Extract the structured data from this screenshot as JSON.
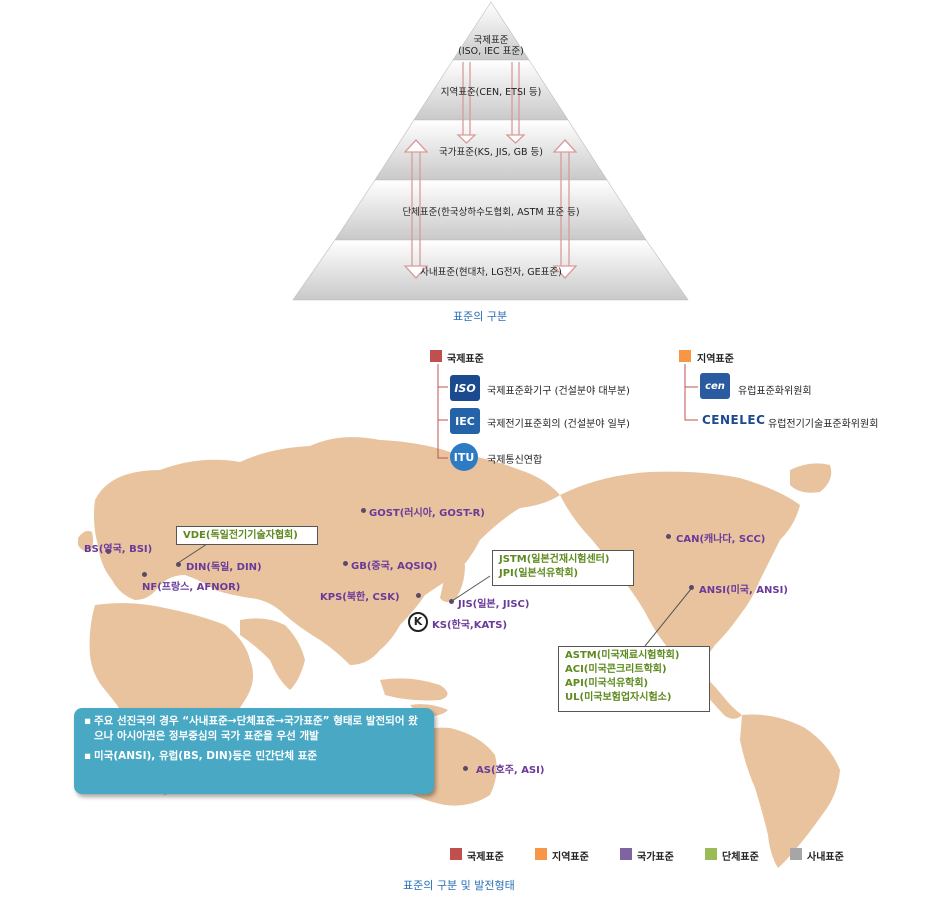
{
  "colors": {
    "international": "#c0504d",
    "regional": "#f79646",
    "national": "#8064a2",
    "association": "#9bbb59",
    "company": "#a6a6a6",
    "land": "#e8c39e",
    "caption": "#2a6fb5"
  },
  "pyramid": {
    "levels": [
      {
        "line1": "국제표준",
        "line2": "(ISO, IEC 표준)"
      },
      {
        "line1": "지역표준(CEN, ETSI 등)"
      },
      {
        "line1": "국가표준(KS, JIS, GB 등)"
      },
      {
        "line1": "단체표준(한국상하수도협회, ASTM 표준 등)"
      },
      {
        "line1": "사내표준(현대차, LG전자, GE표준)"
      }
    ],
    "caption": "표준의 구분"
  },
  "org_legend": {
    "international": {
      "title": "국제표준",
      "items": [
        {
          "logo": "ISO",
          "icon": "iso-logo-icon",
          "text": "국제표준화기구 (건설분야 대부분)"
        },
        {
          "logo": "IEC",
          "icon": "iec-logo-icon",
          "text": "국제전기표준회의 (건설분야 일부)"
        },
        {
          "logo": "ITU",
          "icon": "itu-logo-icon",
          "text": "국제통신연합"
        }
      ]
    },
    "regional": {
      "title": "지역표준",
      "items": [
        {
          "logo": "cen",
          "icon": "cen-logo-icon",
          "text": "유럽표준화위원회"
        },
        {
          "logo": "CENELEC",
          "icon": "cenelec-logo-icon",
          "text": "유럽전기기술표준화위원회"
        }
      ]
    }
  },
  "map": {
    "labels": {
      "bs": "BS(영국, BSI)",
      "din": "DIN(독일, DIN)",
      "nf": "NF(프랑스, AFNOR)",
      "gost": "GOST(러시아, GOST-R)",
      "gb": "GB(중국, AQSIQ)",
      "kps": "KPS(북한, CSK)",
      "jis": "JIS(일본, JISC)",
      "ks": "KS(한국,KATS)",
      "can": "CAN(캐나다, SCC)",
      "ansi": "ANSI(미국, ANSI)",
      "as": "AS(호주, ASI)"
    },
    "callouts": {
      "vde": [
        "VDE(독일전기기술자협회)"
      ],
      "jstm": [
        "JSTM(일본건재시험센터)",
        "JPI(일본석유학회)"
      ],
      "astm": [
        "ASTM(미국재료시험학회)",
        "ACI(미국콘크리트학회)",
        "API(미국석유학회)",
        "UL(미국보험업자시험소)"
      ]
    },
    "ks_logo": "K"
  },
  "info_box": {
    "items": [
      "주요 선진국의 경우 “사내표준→단체표준→국가표준” 형태로 발전되어 왔으나 아시아권은 정부중심의 국가 표준을 우선 개발",
      "미국(ANSI), 유럽(BS, DIN)등은 민간단체 표준"
    ]
  },
  "bottom_legend": [
    {
      "label": "국제표준",
      "color": "#c0504d"
    },
    {
      "label": "지역표준",
      "color": "#f79646"
    },
    {
      "label": "국가표준",
      "color": "#8064a2"
    },
    {
      "label": "단체표준",
      "color": "#9bbb59"
    },
    {
      "label": "사내표준",
      "color": "#a6a6a6"
    }
  ],
  "caption2": "표준의 구분 및 발전형태"
}
